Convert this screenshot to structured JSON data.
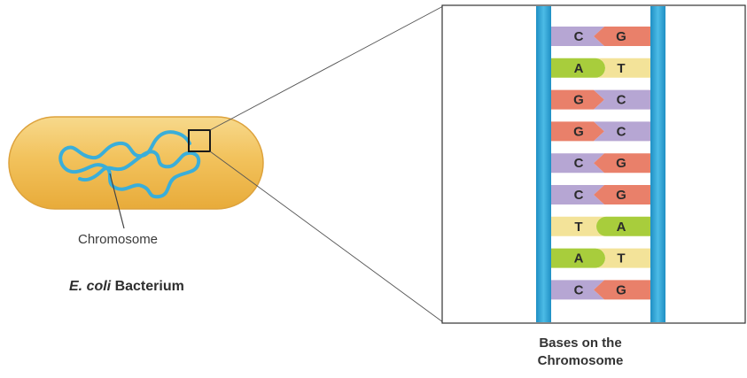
{
  "labels": {
    "chromosome": "Chromosome",
    "bacterium_species": "E. coli",
    "bacterium_word": "Bacterium",
    "bases_line1": "Bases on the",
    "bases_line2": "Chromosome"
  },
  "base_pairs": [
    {
      "left": "C",
      "right": "G"
    },
    {
      "left": "A",
      "right": "T"
    },
    {
      "left": "G",
      "right": "C"
    },
    {
      "left": "G",
      "right": "C"
    },
    {
      "left": "C",
      "right": "G"
    },
    {
      "left": "C",
      "right": "G"
    },
    {
      "left": "T",
      "right": "A"
    },
    {
      "left": "A",
      "right": "T"
    },
    {
      "left": "C",
      "right": "G"
    }
  ],
  "base_colors": {
    "A": "#a8cd3c",
    "T": "#f3e399",
    "G": "#e9806a",
    "C": "#b6a6d3"
  },
  "colors": {
    "backbone": "#2aa6d8",
    "bacterium_fill": "#f2c25c",
    "bacterium_edge": "#dda23c",
    "chromosome_strand": "#3aaed9"
  }
}
